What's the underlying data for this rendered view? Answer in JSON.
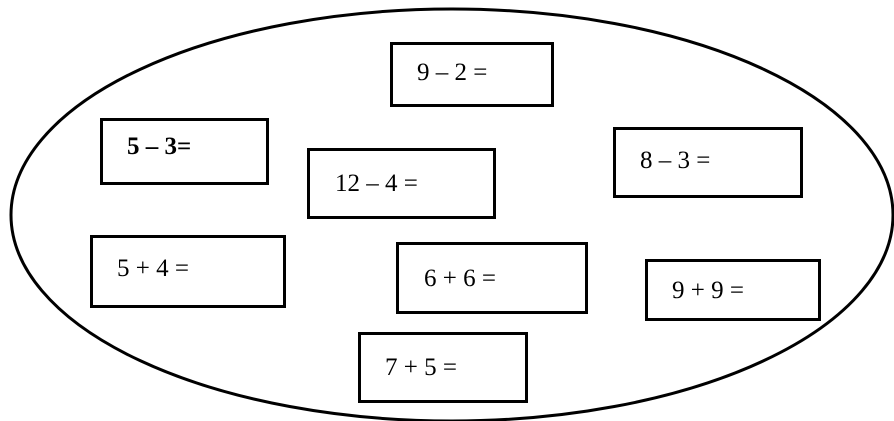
{
  "expressions": [
    {
      "id": "9-minus-2",
      "text": "9 – 2 ="
    },
    {
      "id": "5-minus-3",
      "text": "5 – 3=",
      "bold": true
    },
    {
      "id": "12-minus-4",
      "text": "12 – 4 ="
    },
    {
      "id": "8-minus-3",
      "text": "8 – 3 ="
    },
    {
      "id": "5-plus-4",
      "text": "5 + 4 ="
    },
    {
      "id": "6-plus-6",
      "text": "6 + 6 ="
    },
    {
      "id": "9-plus-9",
      "text": "9 + 9 ="
    },
    {
      "id": "7-plus-5",
      "text": "7 + 5 ="
    }
  ],
  "colors": {
    "ink": "#000000",
    "background": "#ffffff"
  }
}
